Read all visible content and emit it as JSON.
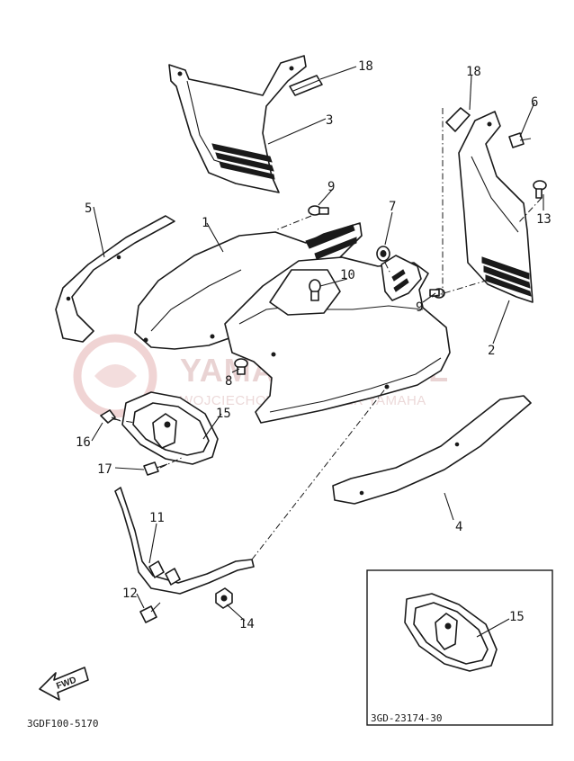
{
  "watermark": {
    "title": "YAMA-SKLEP.PL",
    "subtitle": "WOJCIECHOWICZ DEALER YAMAHA"
  },
  "callouts": [
    {
      "id": "c18a",
      "label": "18"
    },
    {
      "id": "c3",
      "label": "3"
    },
    {
      "id": "c18b",
      "label": "18"
    },
    {
      "id": "c6",
      "label": "6"
    },
    {
      "id": "c5",
      "label": "5"
    },
    {
      "id": "c1",
      "label": "1"
    },
    {
      "id": "c9a",
      "label": "9"
    },
    {
      "id": "c7",
      "label": "7"
    },
    {
      "id": "c13",
      "label": "13"
    },
    {
      "id": "c10",
      "label": "10"
    },
    {
      "id": "c9b",
      "label": "9"
    },
    {
      "id": "c2",
      "label": "2"
    },
    {
      "id": "c8",
      "label": "8"
    },
    {
      "id": "c15a",
      "label": "15"
    },
    {
      "id": "c16",
      "label": "16"
    },
    {
      "id": "c17",
      "label": "17"
    },
    {
      "id": "c4",
      "label": "4"
    },
    {
      "id": "c11",
      "label": "11"
    },
    {
      "id": "c12",
      "label": "12"
    },
    {
      "id": "c14",
      "label": "14"
    },
    {
      "id": "c15b",
      "label": "15"
    }
  ],
  "fwd_label": "FWD",
  "diagram_code": "3GDF100-5170",
  "inset": {
    "part_number": "3GD-23174-30"
  },
  "colors": {
    "ink": "#1a1a1a",
    "paper": "#ffffff",
    "watermark": "#e9d3d3"
  }
}
